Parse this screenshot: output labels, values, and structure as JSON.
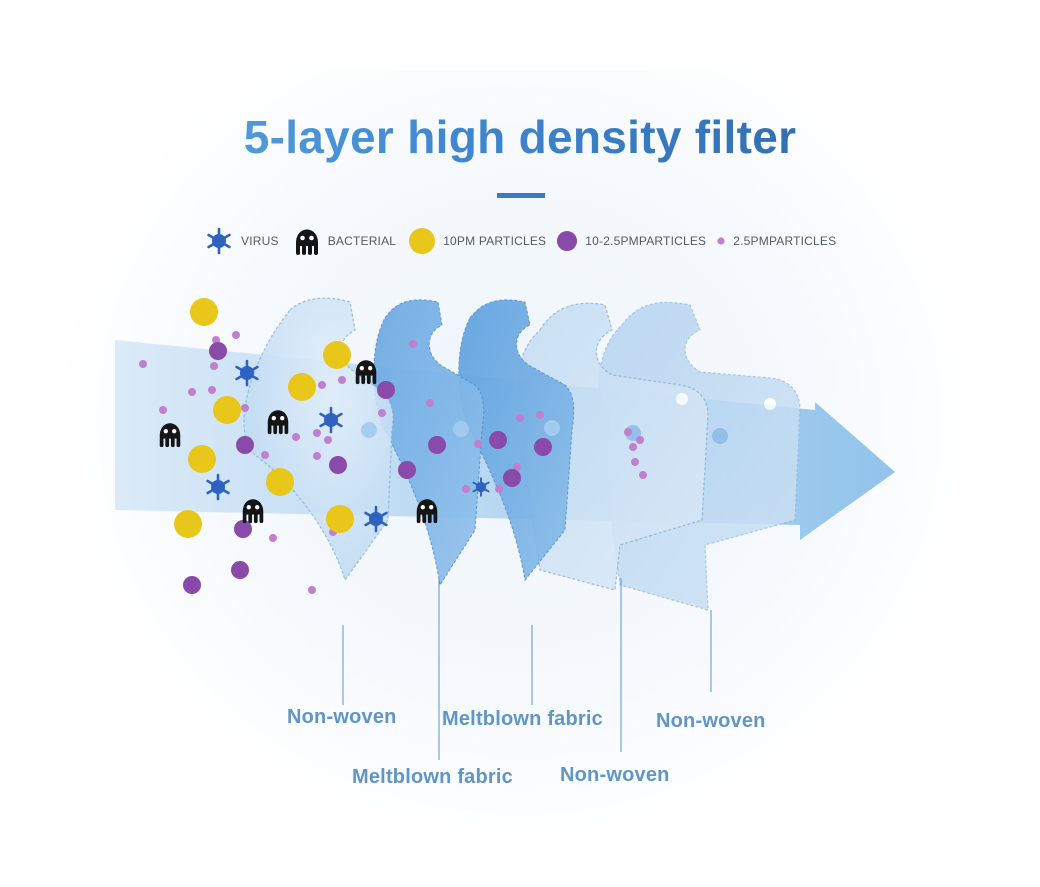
{
  "title": "5-layer high density filter",
  "legend": [
    {
      "icon": "virus-icon",
      "label": "VIRUS",
      "color": "#2f62c0"
    },
    {
      "icon": "bacteria-icon",
      "label": "BACTERIAL",
      "color": "#151515"
    },
    {
      "icon": "large-particle-icon",
      "label": "10PM PARTICLES",
      "color": "#e8c61a"
    },
    {
      "icon": "medium-particle-icon",
      "label": "10-2.5PMPARTICLES",
      "color": "#8a4aaa"
    },
    {
      "icon": "small-particle-icon",
      "label": "2.5PMPARTICLES",
      "color": "#c17fd0"
    }
  ],
  "layers": [
    {
      "label": "Non-woven"
    },
    {
      "label": "Meltblown fabric"
    },
    {
      "label": "Meltblown fabric"
    },
    {
      "label": "Non-woven"
    },
    {
      "label": "Non-woven"
    }
  ],
  "colors": {
    "title_start": "#62aee9",
    "title_end": "#2a5f9c",
    "accent_bar": "#3d78c4",
    "arrow": "#8cc0ea",
    "layer_label": "#5f95c7"
  }
}
